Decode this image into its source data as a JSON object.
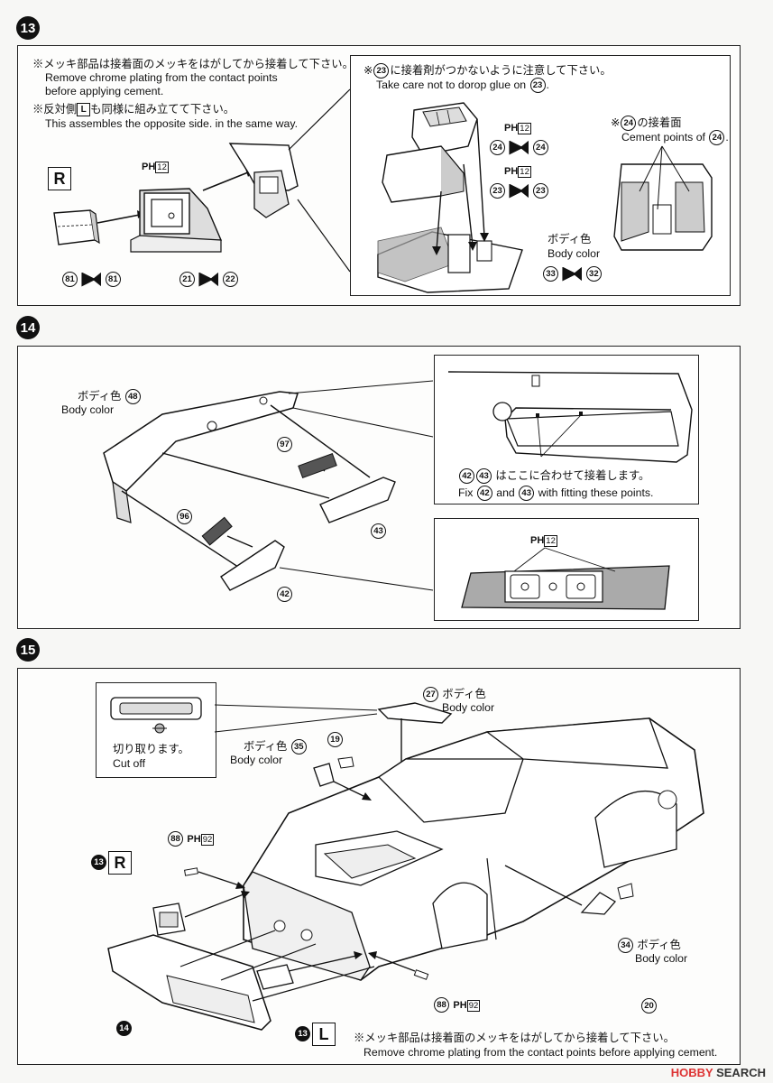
{
  "step13": {
    "number": "13",
    "note1_jp": "※メッキ部品は接着面のメッキをはがしてから接着して下さい。",
    "note1_en_a": "Remove chrome plating from the contact points",
    "note1_en_b": "before applying cement.",
    "note2_jp_a": "※反対側",
    "note2_jp_box": "L",
    "note2_jp_b": "も同様に組み立てて下さい。",
    "note2_en": "This assembles the opposite side. in the same way.",
    "side_label": "R",
    "paint_ref": "PH",
    "paint_code": "12",
    "pair_a_left": "81",
    "pair_a_right": "81",
    "pair_b_left": "21",
    "pair_b_right": "22",
    "inset1_jp_a": "※",
    "inset1_num": "23",
    "inset1_jp_b": "に接着剤がつかないように注意して下さい。",
    "inset1_en_a": "Take care not to dorop glue on",
    "inset1_en_b": ".",
    "pair_c_left": "24",
    "pair_c_right": "24",
    "pair_d_left": "23",
    "pair_d_right": "23",
    "pair_e_left": "33",
    "pair_e_right": "32",
    "body_color_jp": "ボディ色",
    "body_color_en": "Body color",
    "inset2_jp_a": "※",
    "inset2_num": "24",
    "inset2_jp_b": "の接着面",
    "inset2_en": "Cement points of",
    "inset2_en_end": "."
  },
  "step14": {
    "number": "14",
    "body_color_jp": "ボディ色",
    "body_color_en": "Body color",
    "part_48": "48",
    "part_97": "97",
    "part_96": "96",
    "part_43": "43",
    "part_42": "42",
    "fit_jp": "はここに合わせて接着します。",
    "fit_en_a": "Fix",
    "fit_en_and": "and",
    "fit_en_b": "with fitting these points.",
    "paint_ref": "PH",
    "paint_code": "12"
  },
  "step15": {
    "number": "15",
    "cut_jp": "切り取ります。",
    "cut_en": "Cut off",
    "part_27": "27",
    "part_19": "19",
    "part_35": "35",
    "part_20": "20",
    "part_34": "34",
    "part_88a": "88",
    "part_88b": "88",
    "paint_ref": "PH",
    "paint_code": "92",
    "body_color_jp": "ボディ色",
    "body_color_en": "Body color",
    "ref_13": "13",
    "ref_14": "14",
    "label_R": "R",
    "label_L": "L",
    "footer_jp": "※メッキ部品は接着面のメッキをはがしてから接着して下さい。",
    "footer_en": "Remove chrome plating from the contact points before applying cement."
  },
  "watermark": {
    "brand": "HOBBY",
    "suffix": "SEARCH"
  }
}
